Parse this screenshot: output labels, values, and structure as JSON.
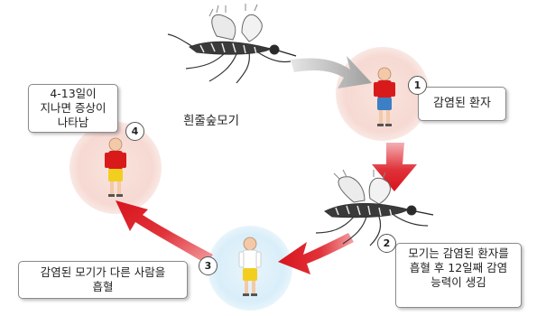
{
  "steps": [
    {
      "number": "1",
      "text": "감염된 환자"
    },
    {
      "number": "2",
      "text": "모기는 감염된 환자를 흡혈 후 12일째 감염 능력이 생김"
    },
    {
      "number": "3",
      "text": "감염된 모기가 다른 사람을 흡혈"
    },
    {
      "number": "4",
      "text": "4-13일이 지나면 증상이 나타남"
    }
  ],
  "mosquito_label": "흰줄숲모기",
  "colors": {
    "red_arrow": "#d8141c",
    "gray_arrow": "#a9a9a9",
    "infected_glow": "#f6d9d2",
    "bitten_glow": "#d9eef9",
    "shirt_red": "#d91a1a",
    "shorts_blue": "#3d7fc4",
    "shorts_yellow": "#f2cf1f"
  }
}
